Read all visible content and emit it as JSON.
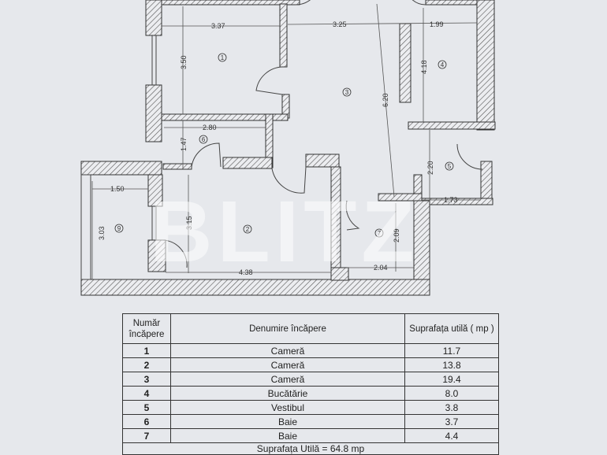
{
  "plan": {
    "watermark": "BLITZ",
    "dimensions": {
      "r1_w": "3.37",
      "r1_h": "3.50",
      "r3_w": "3.25",
      "r4_w": "1.99",
      "r4_h": "4.18",
      "r3_h": "6.20",
      "r6_w": "2.80",
      "r6_h": "1.47",
      "r9_w": "1.50",
      "r9_h": "3.03",
      "r2_h": "3.15",
      "r2_w": "4.38",
      "r5_h": "2.20",
      "r5_w": "1.73",
      "r7_h": "2.09",
      "r7_w": "2.04"
    },
    "room_numbers": [
      "1",
      "2",
      "3",
      "4",
      "5",
      "6",
      "7",
      "9"
    ]
  },
  "table": {
    "headers": [
      "Număr încăpere",
      "Denumire încăpere",
      "Suprafața utilă ( mp )"
    ],
    "rows": [
      {
        "num": "1",
        "name": "Cameră",
        "area": "11.7"
      },
      {
        "num": "2",
        "name": "Cameră",
        "area": "13.8"
      },
      {
        "num": "3",
        "name": "Cameră",
        "area": "19.4"
      },
      {
        "num": "4",
        "name": "Bucătărie",
        "area": "8.0"
      },
      {
        "num": "5",
        "name": "Vestibul",
        "area": "3.8"
      },
      {
        "num": "6",
        "name": "Baie",
        "area": "3.7"
      },
      {
        "num": "7",
        "name": "Baie",
        "area": "4.4"
      }
    ],
    "total": "Suprafața Utilă = 64.8 mp"
  }
}
